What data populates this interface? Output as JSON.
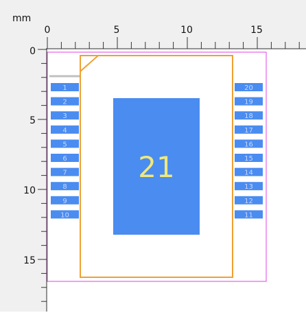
{
  "units_label": "mm",
  "ruler": {
    "x_labels": [
      "0",
      "5",
      "10",
      "15"
    ],
    "y_labels": [
      "0",
      "5",
      "10",
      "15"
    ]
  },
  "component": {
    "center_pad": "21",
    "left_pins": [
      "1",
      "2",
      "3",
      "4",
      "5",
      "6",
      "7",
      "8",
      "9",
      "10"
    ],
    "right_pins": [
      "20",
      "19",
      "18",
      "17",
      "16",
      "15",
      "14",
      "13",
      "12",
      "11"
    ]
  },
  "colors": {
    "ruler_bg": "#f0f0f0",
    "ruler_line": "#333333",
    "pad_fill": "#4a8cf0",
    "pad_label": "#c8d8ff",
    "center_label": "#f0e87a",
    "body_outline": "#f0a030",
    "courtyard": "#e040e0",
    "pin1_marker": "#c0c0c0"
  }
}
